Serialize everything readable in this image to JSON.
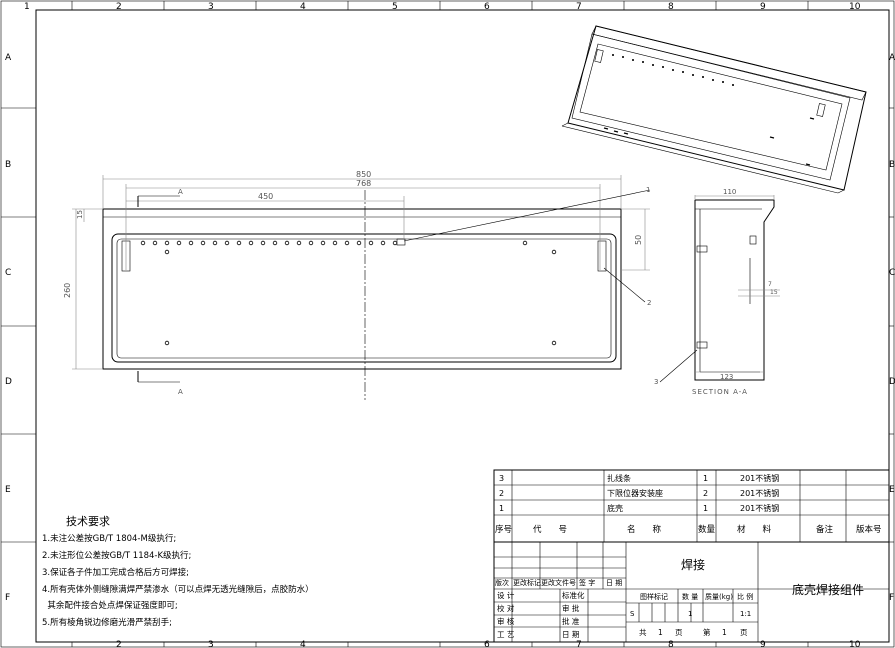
{
  "frame": {
    "top_zone_numbers": [
      "1",
      "2",
      "3",
      "4",
      "5",
      "6",
      "7",
      "8",
      "9",
      "10"
    ],
    "bottom_zone_numbers": [
      "2",
      "3",
      "4",
      "6",
      "7",
      "8",
      "9",
      "10"
    ],
    "side_zone_letters": [
      "A",
      "B",
      "C",
      "D",
      "E",
      "F"
    ]
  },
  "front_view": {
    "dim_overall_width": "850",
    "dim_inner_width": "768",
    "dim_hole_span": "450",
    "dim_height": "260",
    "dim_flange": "50",
    "dim_left_small": "15",
    "section_marker_top": "A",
    "section_marker_bottom": "A",
    "balloon_1": "1",
    "balloon_2": "2"
  },
  "side_view": {
    "dim_top": "110",
    "dim_bottom": "123",
    "dim_small_a": "7",
    "dim_small_b": "15",
    "balloon_3": "3",
    "section_label": "SECTION A-A"
  },
  "technical_requirements": {
    "title": "技术要求",
    "items": [
      "1.未注公差按GB/T 1804-M级执行;",
      "2.未注形位公差按GB/T 1184-K级执行;",
      "3.保证各子件加工完成合格后方可焊接;",
      "4.所有壳体外侧缝隙满焊严禁渗水（可以点焊无透光缝隙后，点胶防水）",
      "  其余配件接合处点焊保证强度即可;",
      "5.所有棱角锐边修磨光滑严禁刮手;"
    ]
  },
  "bom": {
    "rows": [
      {
        "seq": "3",
        "code": "",
        "name": "扎线条",
        "qty": "1",
        "material": "201不锈钢",
        "note": "",
        "version": ""
      },
      {
        "seq": "2",
        "code": "",
        "name": "下限位器安装座",
        "qty": "2",
        "material": "201不锈钢",
        "note": "",
        "version": ""
      },
      {
        "seq": "1",
        "code": "",
        "name": "底壳",
        "qty": "1",
        "material": "201不锈钢",
        "note": "",
        "version": ""
      }
    ],
    "header": {
      "seq": "序号",
      "code": "代　　号",
      "name": "名　　称",
      "qty": "数量",
      "material": "材　　料",
      "note": "备注",
      "version": "版本号"
    }
  },
  "title_block": {
    "process": "焊接",
    "part_name": "底壳焊接组件",
    "rev_headers": [
      "版次",
      "更改标记",
      "更改文件号",
      "签 字",
      "日 期"
    ],
    "sign_roles": [
      "设 计",
      "校 对",
      "审 核",
      "工 艺"
    ],
    "std_roles": [
      "标准化",
      "审 批",
      "批 准",
      "日 期"
    ],
    "stage_label": "图样标记",
    "qty_label": "数 量",
    "mass_label": "质量(kg)",
    "scale_label": "比 例",
    "stage_value": "S",
    "qty_value": "1",
    "scale_value": "1:1",
    "sheet_total_label": "共",
    "sheet_total": "1",
    "sheet_unit": "页",
    "sheet_no_label": "第",
    "sheet_no": "1",
    "sheet_no_unit": "页"
  }
}
